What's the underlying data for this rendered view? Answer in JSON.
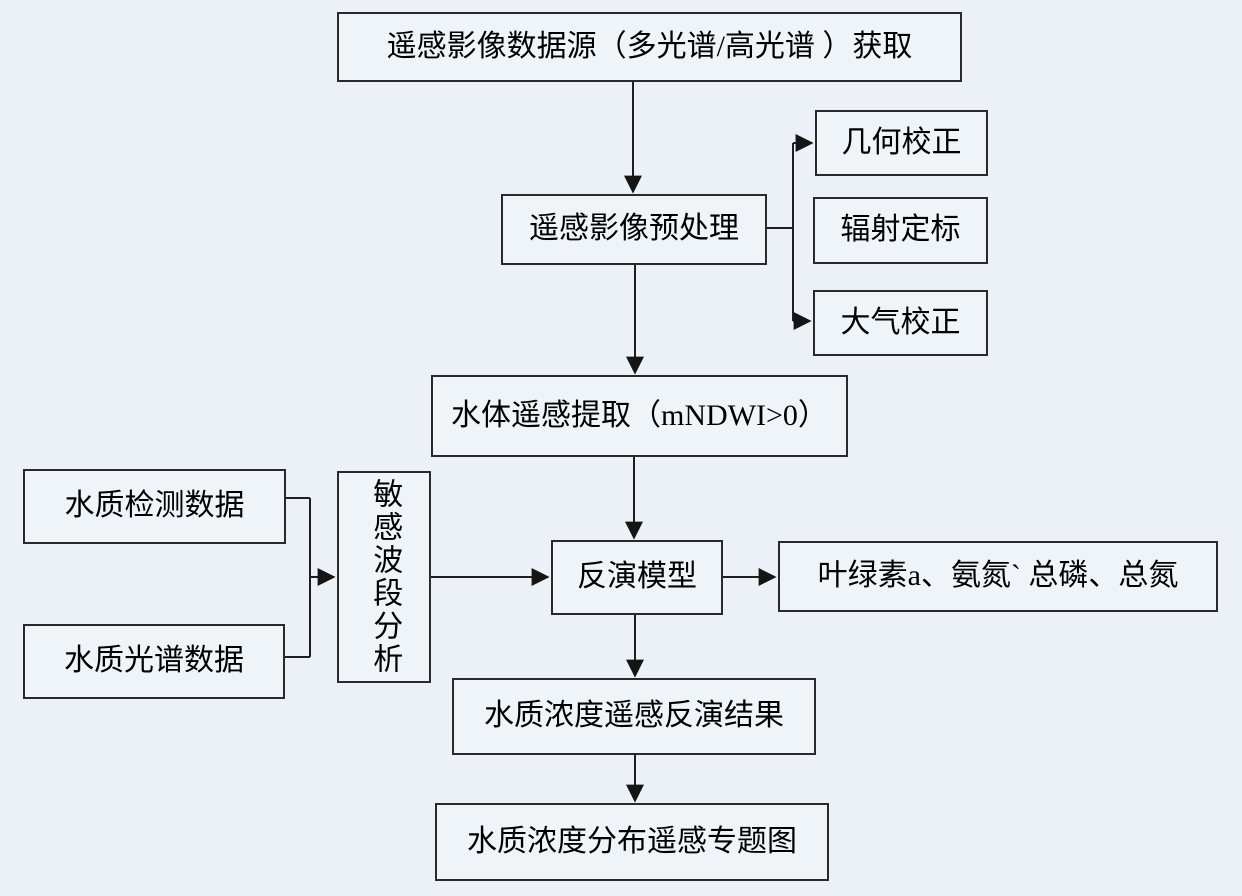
{
  "colors": {
    "background": "#ebf1f6",
    "box_fill": "#eff4f8",
    "box_border": "#2a2a2a",
    "connector_line": "#1f1f1f",
    "text": "#000000"
  },
  "nodes": {
    "source": {
      "label": "遥感影像数据源（多光谱/高光谱 ）获取"
    },
    "preprocess": {
      "label": "遥感影像预处理"
    },
    "geometric": {
      "label": "几何校正"
    },
    "radiometric": {
      "label": "辐射定标"
    },
    "atmospheric": {
      "label": "大气校正"
    },
    "water_extraction": {
      "label": "水体遥感提取（mNDWI>0）"
    },
    "quality_measurement": {
      "label": "水质检测数据"
    },
    "quality_spectra": {
      "label": "水质光谱数据"
    },
    "band_analysis": {
      "label": "敏感波段分析"
    },
    "inversion_model": {
      "label": "反演模型"
    },
    "parameters": {
      "label": "叶绿素a、氨氮` 总磷、总氮"
    },
    "inversion_result": {
      "label": "水质浓度遥感反演结果"
    },
    "thematic_map": {
      "label": "水质浓度分布遥感专题图"
    }
  }
}
